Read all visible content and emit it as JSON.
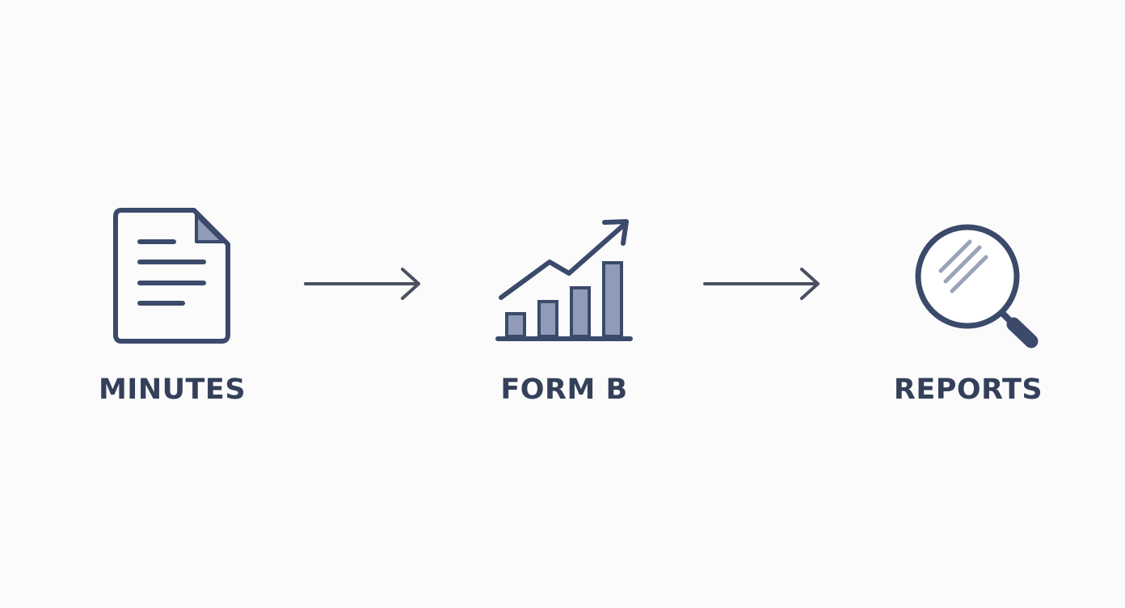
{
  "steps": [
    {
      "icon": "document-icon",
      "label": "MINUTES"
    },
    {
      "icon": "bar-chart-trend-icon",
      "label": "FORM B"
    },
    {
      "icon": "magnifying-glass-icon",
      "label": "REPORTS"
    }
  ],
  "connectors": [
    "arrow-right-icon",
    "arrow-right-icon"
  ],
  "colors": {
    "background": "#fbfbfb",
    "stroke": "#3b4a6b",
    "fill_light": "#8f9bb8",
    "label": "#34405a",
    "arrow": "#4a5060"
  }
}
